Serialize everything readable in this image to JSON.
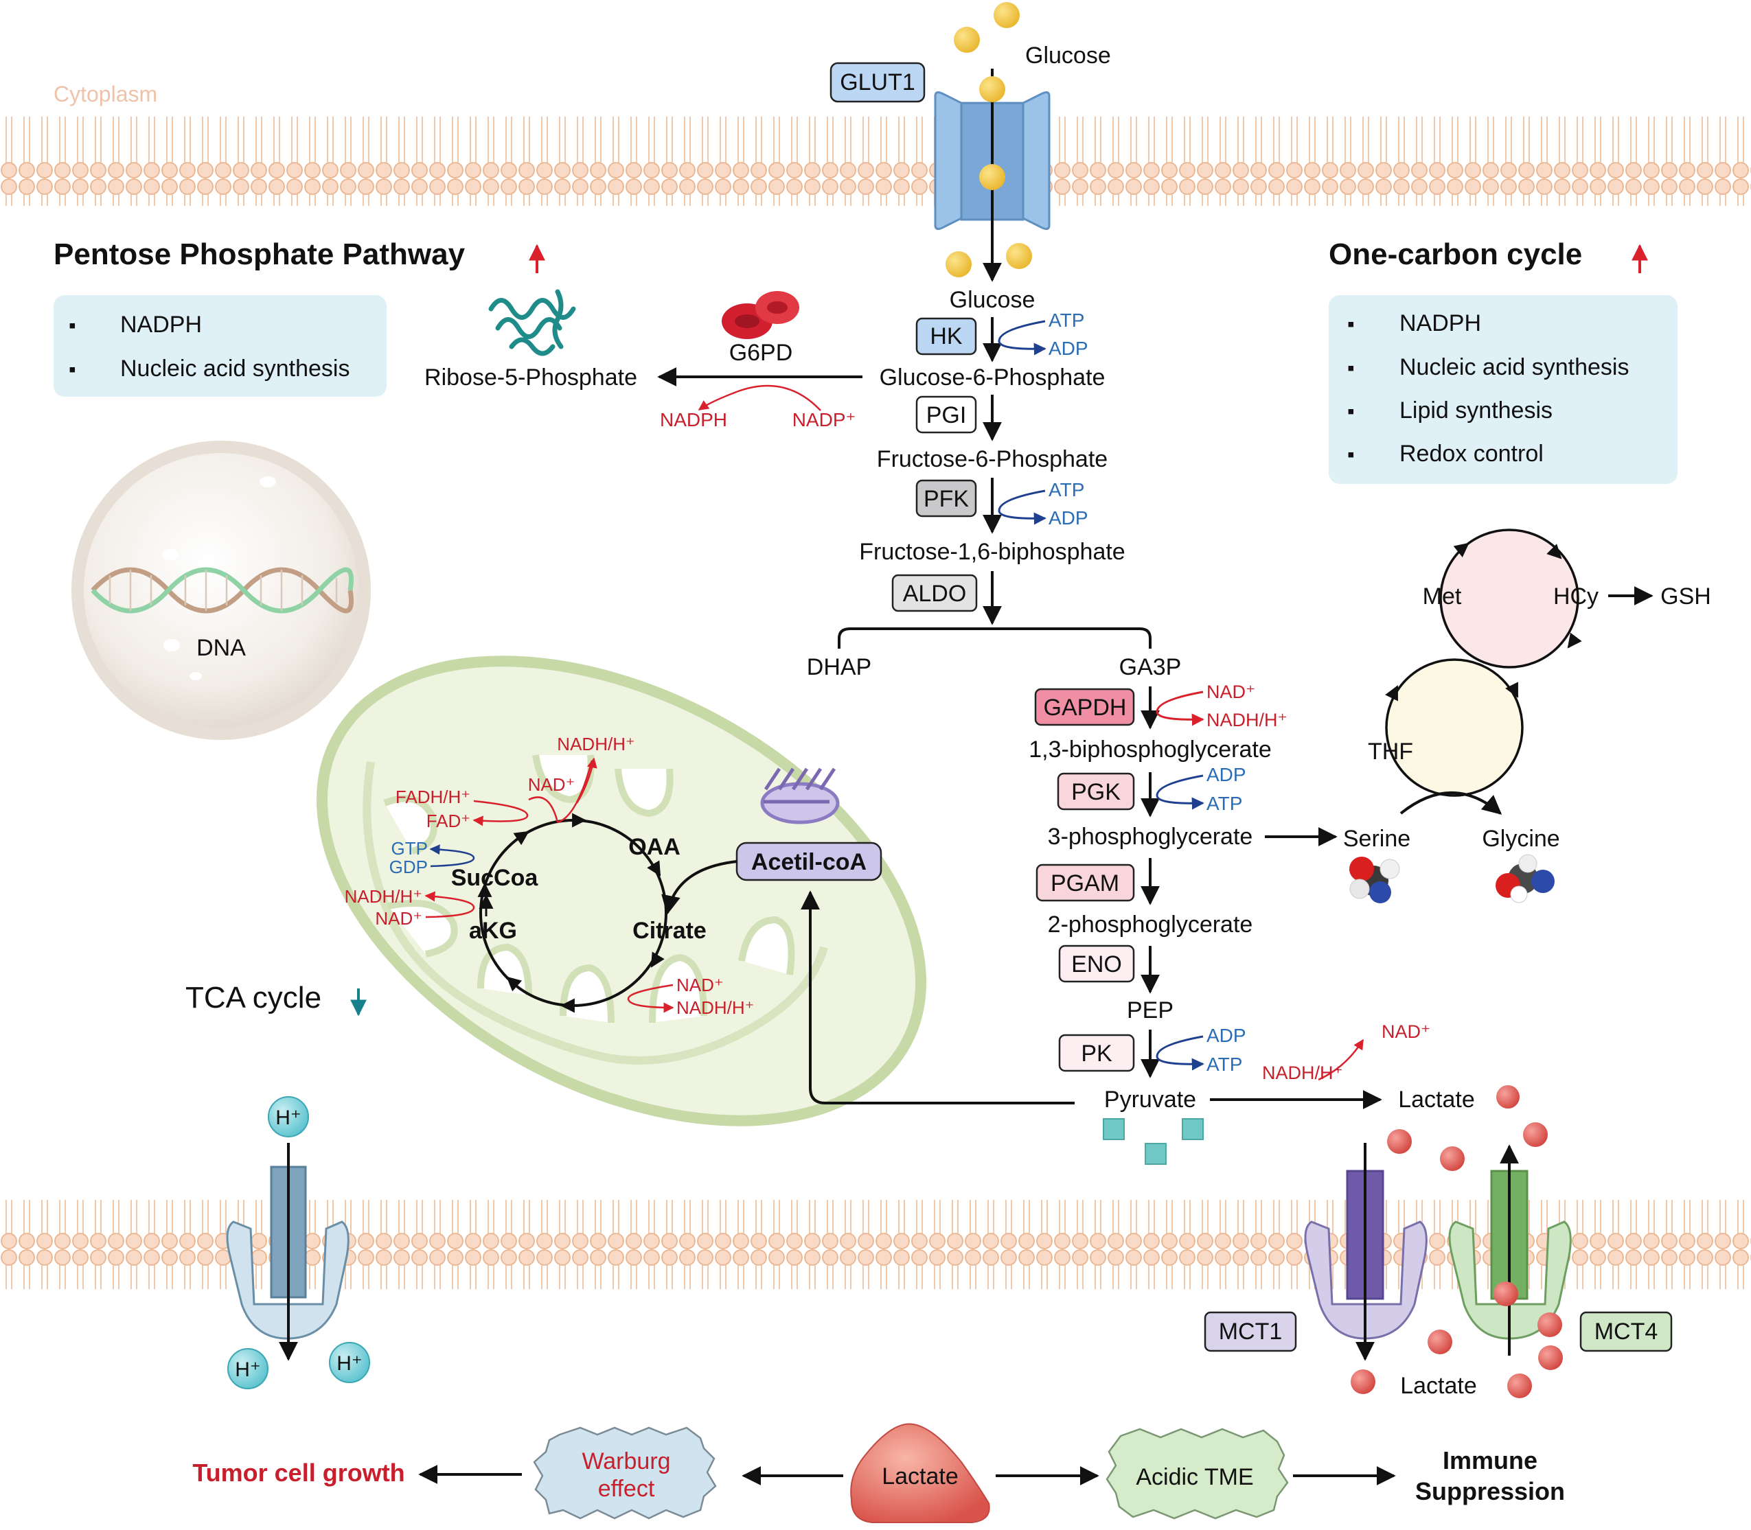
{
  "labels": {
    "cytoplasm": "Cytoplasm",
    "glucose_out": "Glucose",
    "glucose_in": "Glucose",
    "glut1": "GLUT1",
    "dna": "DNA"
  },
  "ppp": {
    "title": "Pentose Phosphate Pathway",
    "items": [
      "NADPH",
      "Nucleic acid synthesis"
    ],
    "ribose": "Ribose-5-Phosphate",
    "g6pd": "G6PD",
    "nadph": "NADPH",
    "nadp": "NADP⁺"
  },
  "one_carbon": {
    "title": "One-carbon cycle",
    "items": [
      "NADPH",
      "Nucleic acid synthesis",
      "Lipid synthesis",
      "Redox control"
    ],
    "met": "Met",
    "hcy": "HCy",
    "gsh": "GSH",
    "thf": "THF",
    "serine": "Serine",
    "glycine": "Glycine"
  },
  "glycolysis": {
    "hk": "HK",
    "g6p": "Glucose-6-Phosphate",
    "pgi": "PGI",
    "f6p": "Fructose-6-Phosphate",
    "pfk": "PFK",
    "f16bp": "Fructose-1,6-biphosphate",
    "aldo": "ALDO",
    "dhap": "DHAP",
    "ga3p": "GA3P",
    "gapdh": "GAPDH",
    "bpg13": "1,3-biphosphoglycerate",
    "pgk": "PGK",
    "pg3": "3-phosphoglycerate",
    "pgam": "PGAM",
    "pg2": "2-phosphoglycerate",
    "eno": "ENO",
    "pep": "PEP",
    "pk": "PK",
    "pyruvate": "Pyruvate",
    "lactate": "Lactate",
    "atp": "ATP",
    "adp": "ADP",
    "nad": "NAD⁺",
    "nadh": "NADH/H⁺"
  },
  "tca": {
    "title": "TCA cycle",
    "oaa": "OAA",
    "citrate": "Citrate",
    "akg": "aKG",
    "succoa": "SucCoa",
    "acetylcoa": "Acetil-coA",
    "fadh": "FADH/H⁺",
    "fad": "FAD⁺",
    "gtp": "GTP",
    "gdp": "GDP",
    "nad": "NAD⁺",
    "nadh": "NADH/H⁺"
  },
  "transport": {
    "h": "H⁺",
    "mct1": "MCT1",
    "mct4": "MCT4",
    "lactate_out": "Lactate"
  },
  "bottom": {
    "tumor": "Tumor cell growth",
    "warburg_line1": "Warburg",
    "warburg_line2": "effect",
    "lactate": "Lactate",
    "acidic": "Acidic TME",
    "immune_line1": "Immune",
    "immune_line2": "Suppression"
  },
  "colors": {
    "membrane": "#f3cbb0",
    "red_arrow": "#d9202b",
    "blue_arrow": "#1f3f8f",
    "cofactor_blue": "#2a6db5",
    "mito_fill": "#eef4df",
    "mito_stroke": "#c8d9a8"
  }
}
